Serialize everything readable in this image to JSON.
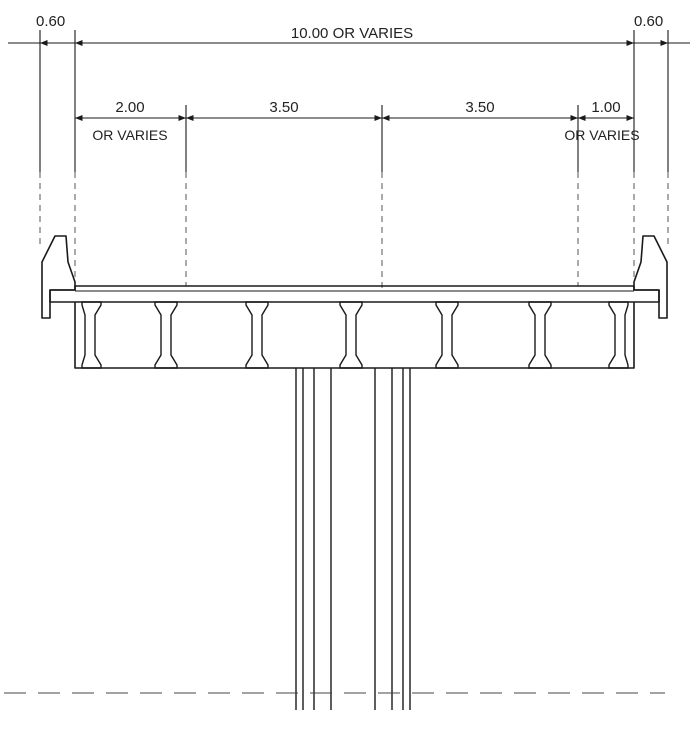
{
  "dimensions": {
    "left_barrier": "0.60",
    "right_barrier": "0.60",
    "total": "10.00 OR VARIES",
    "left_shoulder": "2.00",
    "left_shoulder_note": "OR VARIES",
    "lane_left": "3.50",
    "lane_right": "3.50",
    "right_shoulder": "1.00",
    "right_shoulder_note": "OR VARIES"
  },
  "colors": {
    "line": "#1a1a1a",
    "dashed": "#444444",
    "background": "#ffffff"
  }
}
